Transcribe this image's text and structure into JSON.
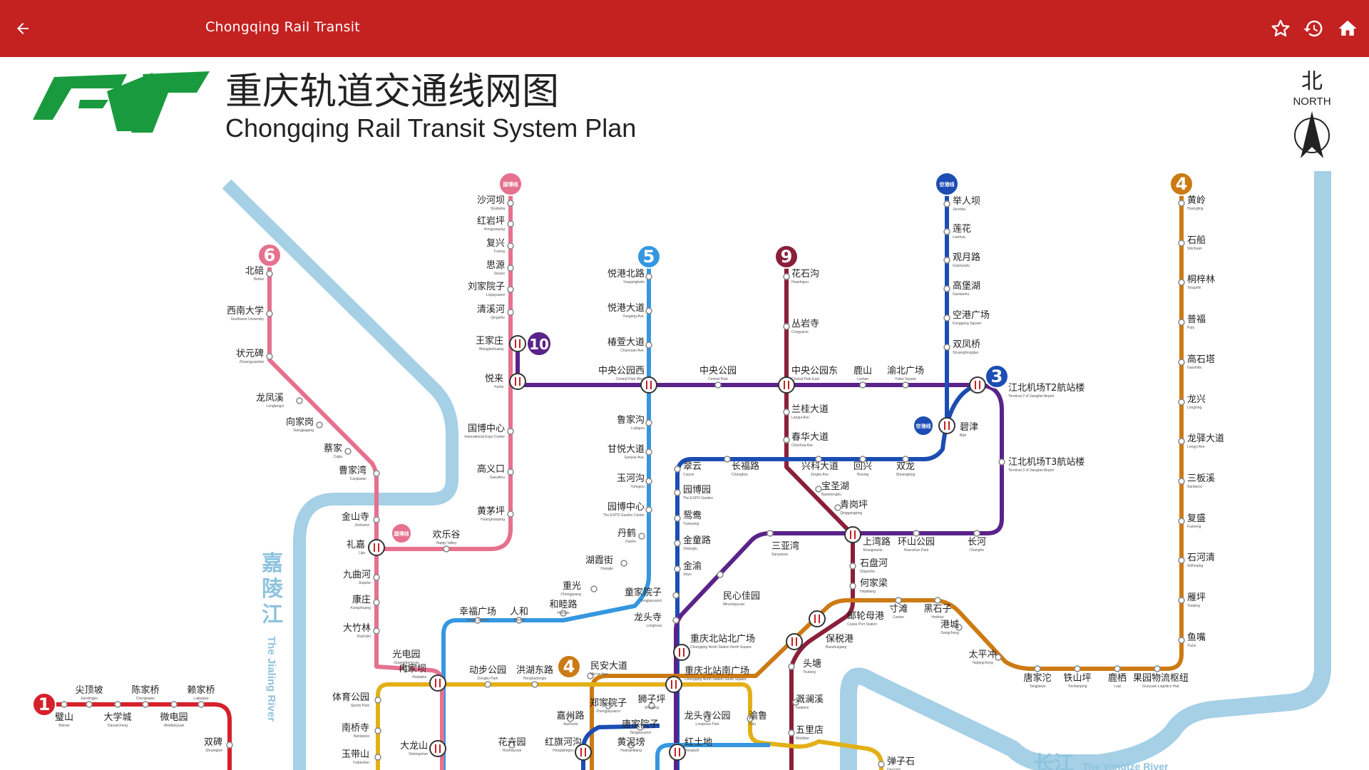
{
  "app": {
    "title": "Chongqing Rail Transit",
    "icons": {
      "back": "arrow-left-icon",
      "favorite": "star-outline-icon",
      "history": "history-icon",
      "home": "home-icon"
    }
  },
  "map": {
    "title_cn": "重庆轨道交通线网图",
    "title_en": "Chongqing Rail Transit System Plan",
    "logo_icon": "crt-logo-icon",
    "north_cn": "北",
    "north_en": "NORTH",
    "rivers": [
      {
        "cn": "嘉陵江",
        "en": "The Jialing River"
      },
      {
        "cn": "长江",
        "en": "The Yangtze River"
      }
    ],
    "lines": [
      {
        "id": "1",
        "color": "#d6202b"
      },
      {
        "id": "3",
        "color": "#1b4db3"
      },
      {
        "id": "4",
        "color": "#cc7a14"
      },
      {
        "id": "5",
        "color": "#3597e0"
      },
      {
        "id": "6",
        "color": "#e5718e"
      },
      {
        "id": "9",
        "color": "#8b1f3a"
      },
      {
        "id": "10",
        "color": "#5a2389"
      },
      {
        "id": "国博线",
        "color": "#e5718e"
      },
      {
        "id": "空港线",
        "color": "#1b4db3"
      },
      {
        "id": "loop",
        "color": "#e2b017"
      }
    ],
    "stations": [
      {
        "cn": "沙河坝",
        "en": "Shaheba"
      },
      {
        "cn": "红岩坪",
        "en": "Hongyanping"
      },
      {
        "cn": "复兴",
        "en": "Fuxing"
      },
      {
        "cn": "思源",
        "en": "Siyuan"
      },
      {
        "cn": "刘家院子",
        "en": "Liujiayuanzi"
      },
      {
        "cn": "清溪河",
        "en": "Qingxihe"
      },
      {
        "cn": "王家庄",
        "en": "Wangjiazhuang"
      },
      {
        "cn": "悦来",
        "en": "Yuelai"
      },
      {
        "cn": "国博中心",
        "en": "International Expo Center"
      },
      {
        "cn": "高义口",
        "en": "Gaoyikou"
      },
      {
        "cn": "黄茅坪",
        "en": "Huangmaoping"
      },
      {
        "cn": "欢乐谷",
        "en": "Happy Valley"
      },
      {
        "cn": "悦港北路",
        "en": "Yuegangbeilu"
      },
      {
        "cn": "悦港大道",
        "en": "Yuegang Ave."
      },
      {
        "cn": "椿萱大道",
        "en": "Chunxuan Ave."
      },
      {
        "cn": "中央公园西",
        "en": "Central Park West"
      },
      {
        "cn": "鲁家沟",
        "en": "Lujiagou"
      },
      {
        "cn": "甘悦大道",
        "en": "Ganyue Ave."
      },
      {
        "cn": "玉河沟",
        "en": "Yuhegou"
      },
      {
        "cn": "园博中心",
        "en": "The EXPO Garden Center"
      },
      {
        "cn": "丹鹤",
        "en": "Danhe"
      },
      {
        "cn": "湖霞街",
        "en": "Huxiajie"
      },
      {
        "cn": "重光",
        "en": "Chongguang"
      },
      {
        "cn": "和睦路",
        "en": "Hemulu"
      },
      {
        "cn": "人和",
        "en": "Renhe"
      },
      {
        "cn": "幸福广场",
        "en": "Xingfu Square"
      },
      {
        "cn": "中央公园",
        "en": "Central Park"
      },
      {
        "cn": "花石沟",
        "en": "Huashigou"
      },
      {
        "cn": "丛岩寺",
        "en": "Congyansi"
      },
      {
        "cn": "中央公园东",
        "en": "Central Park East"
      },
      {
        "cn": "鹿山",
        "en": "Lushan"
      },
      {
        "cn": "渝北广场",
        "en": "Yubei Square"
      },
      {
        "cn": "兰桂大道",
        "en": "Langui Ave."
      },
      {
        "cn": "春华大道",
        "en": "Chunhua Ave."
      },
      {
        "cn": "举人坝",
        "en": "Jurenba"
      },
      {
        "cn": "莲花",
        "en": "Lianhua"
      },
      {
        "cn": "观月路",
        "en": "Guanyuelu"
      },
      {
        "cn": "高堡湖",
        "en": "Gaobaohu"
      },
      {
        "cn": "空港广场",
        "en": "Konggang Square"
      },
      {
        "cn": "双凤桥",
        "en": "Shuangfengqiao"
      },
      {
        "cn": "江北机场T2航站楼",
        "en": "Terminal 2 of Jiangbei Airport"
      },
      {
        "cn": "碧津",
        "en": "Bijin"
      },
      {
        "cn": "江北机场T3航站楼",
        "en": "Terminal 3 of Jiangbei Airport"
      },
      {
        "cn": "黄岭",
        "en": "Huangling"
      },
      {
        "cn": "石船",
        "en": "Shichuan"
      },
      {
        "cn": "桐梓林",
        "en": "Tongzilin"
      },
      {
        "cn": "普福",
        "en": "Pufu"
      },
      {
        "cn": "高石塔",
        "en": "Gaoshita"
      },
      {
        "cn": "龙兴",
        "en": "Longxing"
      },
      {
        "cn": "龙驿大道",
        "en": "Longyi Ave."
      },
      {
        "cn": "三板溪",
        "en": "Sanbanxi"
      },
      {
        "cn": "复盛",
        "en": "Fusheng"
      },
      {
        "cn": "石河清",
        "en": "Shiheqing"
      },
      {
        "cn": "雁坪",
        "en": "Yanping"
      },
      {
        "cn": "鱼嘴",
        "en": "Yuzui"
      },
      {
        "cn": "北碚",
        "en": "Beibei"
      },
      {
        "cn": "西南大学",
        "en": "Southwest University"
      },
      {
        "cn": "状元碑",
        "en": "Zhuangyuanbei"
      },
      {
        "cn": "龙凤溪",
        "en": "Longfengxi"
      },
      {
        "cn": "向家岗",
        "en": "Xiangjiagang"
      },
      {
        "cn": "蔡家",
        "en": "Caijia"
      },
      {
        "cn": "曹家湾",
        "en": "Caojiawan"
      },
      {
        "cn": "金山寺",
        "en": "Jinshansi"
      },
      {
        "cn": "礼嘉",
        "en": "Lijia"
      },
      {
        "cn": "九曲河",
        "en": "Jiuquhe"
      },
      {
        "cn": "康庄",
        "en": "Kangzhuang"
      },
      {
        "cn": "大竹林",
        "en": "Dazhulin"
      },
      {
        "cn": "光电园",
        "en": "Guangdianyuan"
      },
      {
        "cn": "冉家坝",
        "en": "Ranjiaba"
      },
      {
        "cn": "翠云",
        "en": "Cuiyun"
      },
      {
        "cn": "长福路",
        "en": "Changfulu"
      },
      {
        "cn": "兴科大道",
        "en": "Xingke Ave."
      },
      {
        "cn": "回兴",
        "en": "Huixing"
      },
      {
        "cn": "双龙",
        "en": "Shuanglong"
      },
      {
        "cn": "园博园",
        "en": "The EXPO Garden"
      },
      {
        "cn": "鸳鸯",
        "en": "Yuanyang"
      },
      {
        "cn": "金童路",
        "en": "Jintonglu"
      },
      {
        "cn": "金渝",
        "en": "Jinyu"
      },
      {
        "cn": "宝圣湖",
        "en": "Baoshenghu"
      },
      {
        "cn": "青岗坪",
        "en": "Qinggangping"
      },
      {
        "cn": "三亚湾",
        "en": "Sanyawan"
      },
      {
        "cn": "民心佳园",
        "en": "Minxinjiayuan"
      },
      {
        "cn": "上湾路",
        "en": "Shangwanlu"
      },
      {
        "cn": "环山公园",
        "en": "Huanshan Park"
      },
      {
        "cn": "长河",
        "en": "Changhe"
      },
      {
        "cn": "石盘河",
        "en": "Shipanhe"
      },
      {
        "cn": "何家梁",
        "en": "Hejialiang"
      },
      {
        "cn": "童家院子",
        "en": "Tongjiayuanzi"
      },
      {
        "cn": "龙头寺",
        "en": "Longtousi"
      },
      {
        "cn": "重庆北站北广场",
        "en": "Chongqing North Station North Square"
      },
      {
        "cn": "邮轮母港",
        "en": "Cruise Port Station"
      },
      {
        "cn": "寸滩",
        "en": "Cuntan"
      },
      {
        "cn": "黑石子",
        "en": "Heishizi"
      },
      {
        "cn": "港城",
        "en": "Gangcheng"
      },
      {
        "cn": "保税港",
        "en": "Baoshuigang"
      },
      {
        "cn": "太平冲",
        "en": "Taipingchong"
      },
      {
        "cn": "唐家沱",
        "en": "Tangjiatuo"
      },
      {
        "cn": "铁山坪",
        "en": "Tieshanping"
      },
      {
        "cn": "鹿栖",
        "en": "Luqi"
      },
      {
        "cn": "果园物流枢纽",
        "en": "Guoyuan Logistics Hub"
      },
      {
        "cn": "头塘",
        "en": "Toutang"
      },
      {
        "cn": "重庆北站南广场",
        "en": "Chongqing North Station South Square"
      },
      {
        "cn": "民安大道",
        "en": "Min'an Ave."
      },
      {
        "cn": "动步公园",
        "en": "Dongbu Park"
      },
      {
        "cn": "洪湖东路",
        "en": "Honghudonglu"
      },
      {
        "cn": "郑家院子",
        "en": "Zhengjiayuanzi"
      },
      {
        "cn": "狮子坪",
        "en": "Shiziping"
      },
      {
        "cn": "嘉州路",
        "en": "Jiazhoulu"
      },
      {
        "cn": "唐家院子",
        "en": "Tangjiayuanzi"
      },
      {
        "cn": "龙头寺公园",
        "en": "Longtousi Park"
      },
      {
        "cn": "渝鲁",
        "en": "Yulu"
      },
      {
        "cn": "溉澜溪",
        "en": "Gailanxi"
      },
      {
        "cn": "五里店",
        "en": "Wulidian"
      },
      {
        "cn": "体育公园",
        "en": "Sports Park"
      },
      {
        "cn": "南桥寺",
        "en": "Nanqiaosi"
      },
      {
        "cn": "玉带山",
        "en": "Yudaishan"
      },
      {
        "cn": "大龙山",
        "en": "Dalongshan"
      },
      {
        "cn": "花卉园",
        "en": "Huahuiyuan"
      },
      {
        "cn": "红旗河沟",
        "en": "Hongqihegou"
      },
      {
        "cn": "黄泥塝",
        "en": "Huangnibang"
      },
      {
        "cn": "红土地",
        "en": "Hongtudi"
      },
      {
        "cn": "弹子石",
        "en": "Danzishi"
      },
      {
        "cn": "尖顶坡",
        "en": "Jiandingpo"
      },
      {
        "cn": "陈家桥",
        "en": "Chenjiaqiao"
      },
      {
        "cn": "赖家桥",
        "en": "Laijiaqiao"
      },
      {
        "cn": "璧山",
        "en": "Bishan"
      },
      {
        "cn": "大学城",
        "en": "Daxuecheng"
      },
      {
        "cn": "微电园",
        "en": "Weidianyuan"
      },
      {
        "cn": "双碑",
        "en": "Shuangbei"
      }
    ]
  }
}
